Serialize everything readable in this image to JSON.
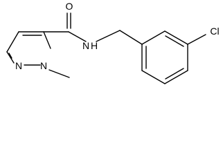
{
  "molecule": {
    "atoms": {
      "oxygen": "O",
      "amide_nitrogen": "N",
      "amide_hydrogen": "H",
      "chlorine": "Cl",
      "ring_nitrogen_1": "N",
      "ring_nitrogen_2": "N"
    }
  }
}
